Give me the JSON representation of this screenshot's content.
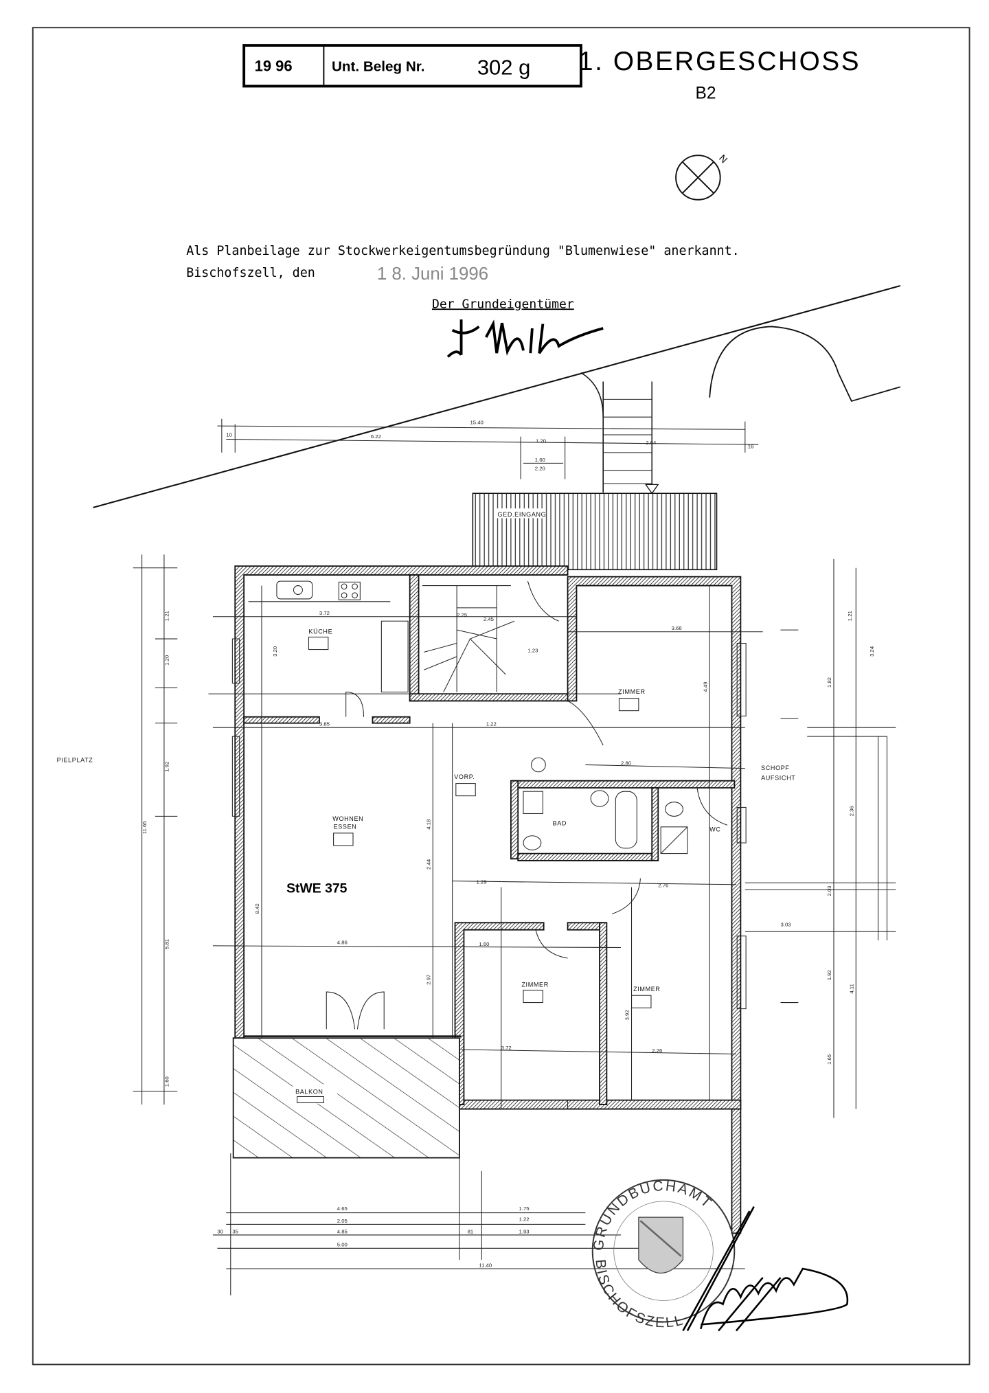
{
  "stamp_box": {
    "year": "19 96",
    "label": "Unt. Beleg Nr.",
    "number": "302 g"
  },
  "header": {
    "title": "1. OBERGESCHOSS",
    "subtitle": "B2",
    "north_label": "N"
  },
  "certification": {
    "line1": "Als Planbeilage zur Stockwerkeigentumsbegründung \"Blumenwiese\" anerkannt.",
    "place": "Bischofszell, den",
    "date": "1 8. Juni 1996",
    "signatory": "Der Grundeigentümer",
    "signature": "f. Meller"
  },
  "rooms": {
    "kitchen": "KÜCHE",
    "living": [
      "WOHNEN",
      "ESSEN"
    ],
    "unit": "StWE 375",
    "hall": "VORP.",
    "bath": "BAD",
    "wc": "WC",
    "room_top": "ZIMMER",
    "room_mid": "ZIMMER",
    "room_right": "ZIMMER",
    "balcony": "BALKON",
    "entrance": "GED.EINGANG"
  },
  "outside": {
    "playground": "PIELPLATZ",
    "shed": [
      "SCHOPF",
      "AUFSICHT"
    ]
  },
  "dimensions": {
    "top": [
      "15.40",
      "6.22",
      "1.20",
      "2.64",
      "1.60",
      "2.20",
      "10",
      "16"
    ],
    "interior": [
      "3.72",
      "3.20",
      "3.85",
      "2.45",
      "1.22",
      "3.66",
      "4.49",
      "2.80",
      "4.18",
      "2.44",
      "4.86",
      "1.60",
      "3.72",
      "3.92",
      "2.26",
      "1.29",
      "2.76",
      "2.97",
      "8.42",
      "1.23",
      "2.25"
    ],
    "left": [
      "1.21",
      "1.20",
      "1.92",
      "11.65",
      "5.81",
      "1.60"
    ],
    "right": [
      "1.21",
      "3.24",
      "1.82",
      "2.36",
      "2.03",
      "3.03",
      "1.92",
      "4.11",
      "1.65"
    ],
    "bottom": [
      "4.65",
      "2.05",
      "4.85",
      "1.75",
      "1.22",
      "1.93",
      "5.00",
      "11.40",
      "30",
      "35",
      "81"
    ]
  },
  "seal": {
    "text_top": "GRUNDBUCHAMT",
    "text_bottom": "BISCHOFSZELL"
  }
}
